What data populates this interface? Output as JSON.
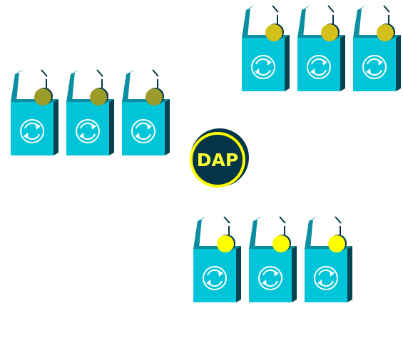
{
  "center": {
    "label": "DAP",
    "fill": "#043448",
    "ring": "#ffff00",
    "text_color": "#ffff33"
  },
  "colors": {
    "box_front": "#00c4d8",
    "box_side": "#054352",
    "box_top": "#0a8fa0",
    "antenna": "#043448",
    "icon_stroke": "#ffffff"
  },
  "groups": [
    {
      "name": "left",
      "ball_color": "#9b9b2a",
      "count": 3
    },
    {
      "name": "top",
      "ball_color": "#d4c01a",
      "count": 3
    },
    {
      "name": "bottom",
      "ball_color": "#ffff00",
      "count": 3
    }
  ],
  "icon": "refresh-icon"
}
